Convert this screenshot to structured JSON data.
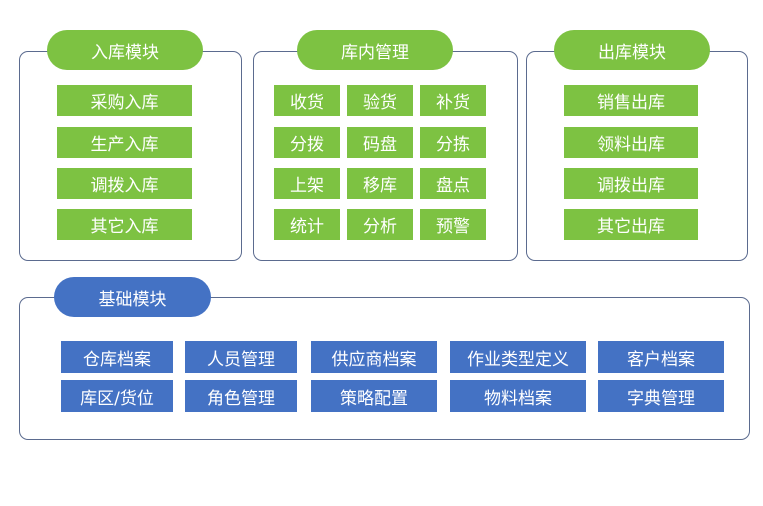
{
  "inbound": {
    "title": "入库模块",
    "items": [
      "采购入库",
      "生产入库",
      "调拨入库",
      "其它入库"
    ]
  },
  "warehouse": {
    "title": "库内管理",
    "items": [
      "收货",
      "验货",
      "补货",
      "分拨",
      "码盘",
      "分拣",
      "上架",
      "移库",
      "盘点",
      "统计",
      "分析",
      "预警"
    ]
  },
  "outbound": {
    "title": "出库模块",
    "items": [
      "销售出库",
      "领料出库",
      "调拨出库",
      "其它出库"
    ]
  },
  "base": {
    "title": "基础模块",
    "items": [
      "仓库档案",
      "人员管理",
      "供应商档案",
      "作业类型定义",
      "客户档案",
      "库区/货位",
      "角色管理",
      "策略配置",
      "物料档案",
      "字典管理"
    ]
  },
  "colors": {
    "green": "#7dc242",
    "blue": "#4472c4",
    "border": "#5b6b8f"
  }
}
